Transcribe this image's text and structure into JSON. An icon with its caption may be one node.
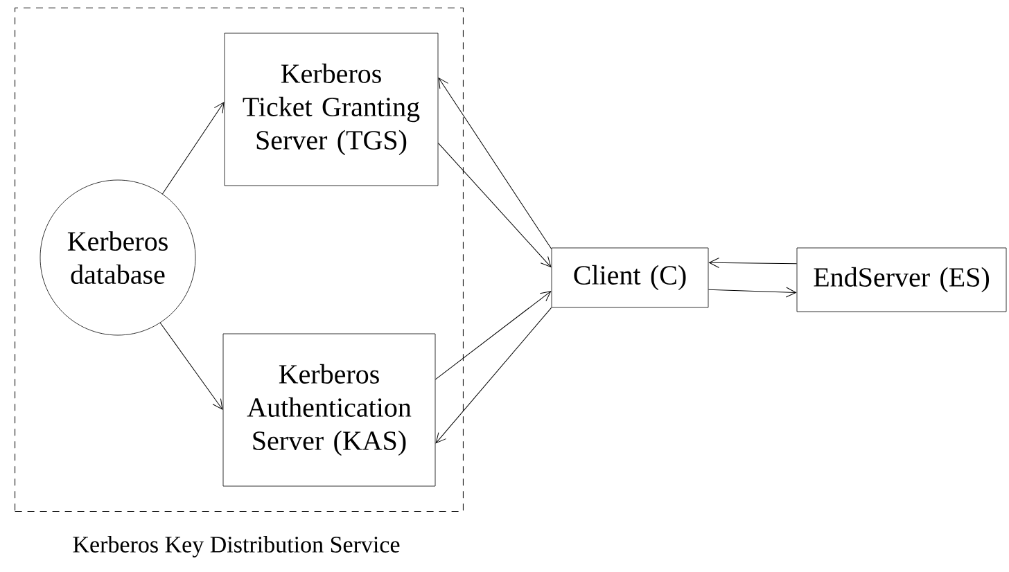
{
  "diagram": {
    "nodes": [
      {
        "text": [
          "Kerberos Key Distribution Service"
        ]
      },
      {
        "text": [
          "Kerberos database"
        ],
        "in": 0
      },
      {
        "text": [
          "Kerberos Ticket Granting Server (TGS)"
        ],
        "in": 0
      },
      {
        "text": [
          "Kerberos Authentication Server (KAS)"
        ],
        "in": 0
      },
      {
        "text": [
          "Client (C)"
        ]
      },
      {
        "text": [
          "EndServer (ES)"
        ]
      }
    ],
    "edges": [
      {
        "from": 1,
        "to": 2,
        "arrow": "to"
      },
      {
        "from": 1,
        "to": 3,
        "arrow": "to"
      },
      {
        "from": 4,
        "to": 2,
        "arrow": "to"
      },
      {
        "from": 2,
        "to": 4,
        "arrow": "to"
      },
      {
        "from": 3,
        "to": 4,
        "arrow": "to"
      },
      {
        "from": 4,
        "to": 3,
        "arrow": "to"
      },
      {
        "from": 5,
        "to": 4,
        "arrow": "to"
      },
      {
        "from": 4,
        "to": 5,
        "arrow": "to"
      }
    ]
  }
}
